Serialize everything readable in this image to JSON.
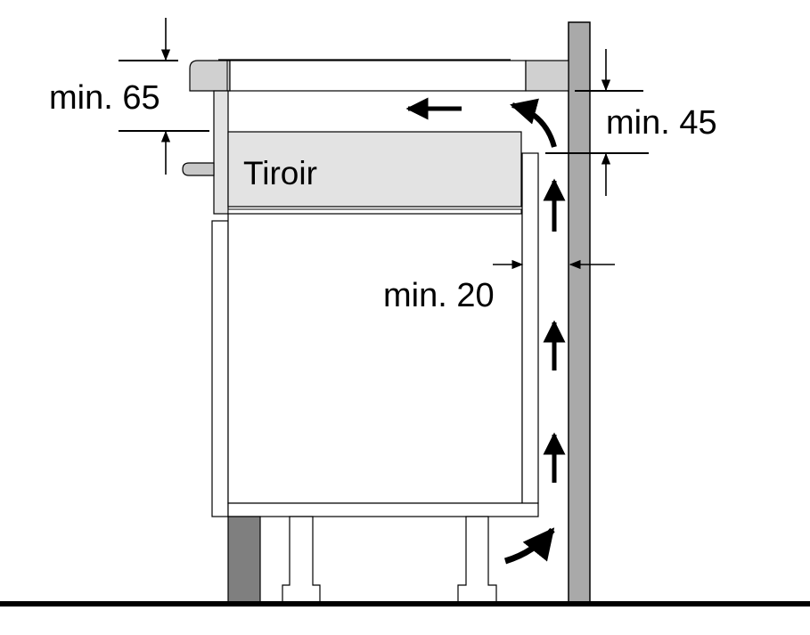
{
  "labels": {
    "drawer": "Tiroir",
    "dim_top_left": "min. 65",
    "dim_top_right": "min. 45",
    "dim_side": "min. 20"
  },
  "colors": {
    "wall": "#a9a9a9",
    "worktop": "#d0d0d0",
    "drawer": "#e3e3e3",
    "plinth": "#7f7f7f",
    "line": "#000000"
  }
}
